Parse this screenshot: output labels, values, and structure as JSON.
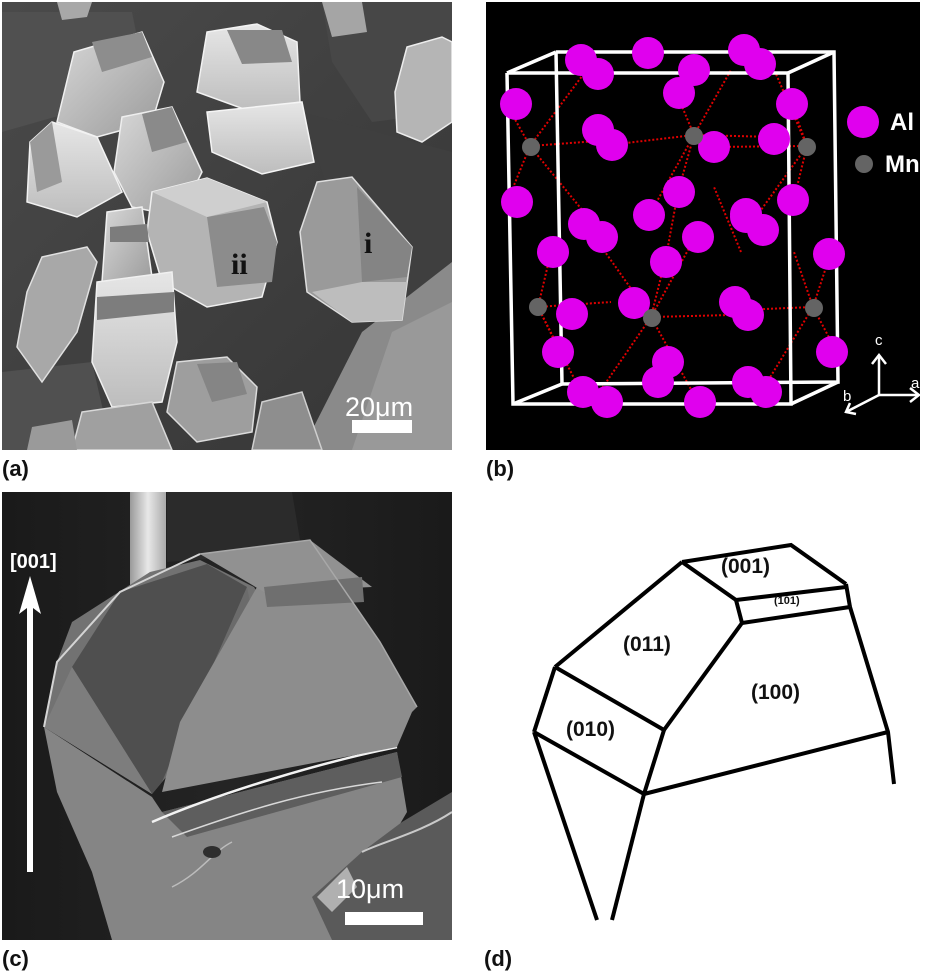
{
  "figure": {
    "panels": [
      {
        "id": "a",
        "label": "(a)",
        "type": "SEM micrograph",
        "scale_bar": "20μm",
        "annotations": [
          "i",
          "ii"
        ]
      },
      {
        "id": "b",
        "label": "(b)",
        "type": "crystal structure model",
        "legend": [
          {
            "name": "Al",
            "color": "#e000ee"
          },
          {
            "name": "Mn",
            "color": "#646464"
          }
        ],
        "axes": [
          "c",
          "a",
          "b"
        ]
      },
      {
        "id": "c",
        "label": "(c)",
        "type": "SEM micrograph",
        "scale_bar": "10μm",
        "direction_label": "[001]"
      },
      {
        "id": "d",
        "label": "(d)",
        "type": "facet schematic",
        "facets": [
          "(001)",
          "(101)",
          "(011)",
          "(100)",
          "(010)"
        ]
      }
    ]
  },
  "panel_a": {
    "label": "(a)",
    "scale_text": "20μm",
    "marker_i": "i",
    "marker_ii": "ii"
  },
  "panel_b": {
    "label": "(b)",
    "legend": {
      "al_label": "Al",
      "mn_label": "Mn",
      "al_color": "#e000ee",
      "mn_color": "#646464"
    },
    "axes": {
      "c": "c",
      "a": "a",
      "b": "b"
    }
  },
  "panel_c": {
    "label": "(c)",
    "scale_text": "10μm",
    "direction": "[001]"
  },
  "panel_d": {
    "label": "(d)",
    "facets": {
      "f001": "(001)",
      "f101": "(101)",
      "f011": "(011)",
      "f100": "(100)",
      "f010": "(010)"
    }
  }
}
